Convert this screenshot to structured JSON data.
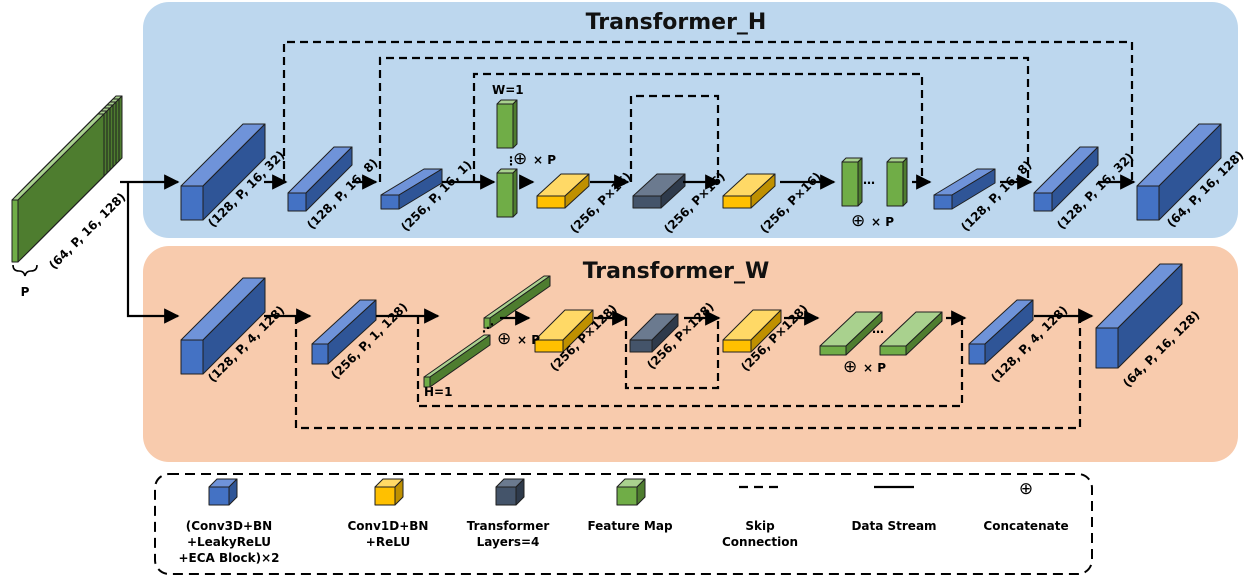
{
  "panels": {
    "h_title": "Transformer_H",
    "w_title": "Transformer_W"
  },
  "input": {
    "dims": "(64, P, 16, 128)",
    "p_label": "P"
  },
  "h_branch": {
    "dims": [
      "(128, P, 16, 32)",
      "(128, P, 16, 8)",
      "(256, P, 16, 1)",
      "(256, P×16)",
      "(256, P×16)",
      "(256, P×16)",
      "(128, P, 16, 8)",
      "(128, P, 16, 32)",
      "(64, P, 16, 128)"
    ],
    "w1_label": "W=1",
    "concat_label": "× P",
    "concat_label2": "× P",
    "ellipsis": "…"
  },
  "w_branch": {
    "dims": [
      "(128, P, 4, 128)",
      "(256, P, 1, 128)",
      "(256, P×128)",
      "(256, P×128)",
      "(256, P×128)",
      "(128, P, 4, 128)",
      "(64, P, 16, 128)"
    ],
    "h1_label": "H=1",
    "concat_label": "× P",
    "concat_label2": "× P",
    "ellipsis": "…"
  },
  "legend": {
    "items": [
      {
        "lines": [
          "(Conv3D+BN",
          "+LeakyReLU",
          "+ECA Block)×2"
        ],
        "icon": "blue-block-icon"
      },
      {
        "lines": [
          "Conv1D+BN",
          "+ReLU"
        ],
        "icon": "yellow-block-icon"
      },
      {
        "lines": [
          "Transformer",
          "Layers=4"
        ],
        "icon": "gray-block-icon"
      },
      {
        "lines": [
          "Feature Map"
        ],
        "icon": "green-block-icon"
      },
      {
        "lines": [
          "Skip",
          "Connection"
        ],
        "icon": "dashed-line-icon"
      },
      {
        "lines": [
          "Data Stream"
        ],
        "icon": "solid-line-icon"
      },
      {
        "lines": [
          "Concatenate"
        ],
        "icon": "oplus-icon"
      }
    ],
    "oplus_symbol": "⊕"
  },
  "colors": {
    "h_panel": "#bdd7ee",
    "w_panel": "#f8cbad",
    "blue_front": "#4472c4",
    "blue_top": "#6f93d9",
    "blue_side": "#2f5597",
    "yellow_front": "#ffc000",
    "yellow_top": "#ffd966",
    "yellow_side": "#bf9000",
    "gray_front": "#44546a",
    "gray_top": "#6b7a8f",
    "gray_side": "#2e3a4b",
    "green_front": "#70ad47",
    "green_top": "#a9d18e",
    "green_side": "#4e7d2f"
  }
}
